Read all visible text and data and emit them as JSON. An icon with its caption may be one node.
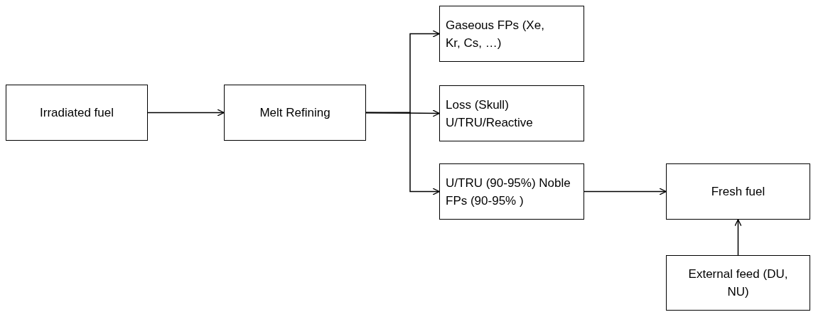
{
  "diagram": {
    "nodes": [
      {
        "text": [
          "Irradiated fuel"
        ]
      },
      {
        "text": [
          "Melt Refining"
        ]
      },
      {
        "text": [
          "Gaseous FPs (Xe, Kr, Cs, …)"
        ]
      },
      {
        "text": [
          "Loss (Skull) U/TRU/Reactive"
        ]
      },
      {
        "text": [
          "U/TRU (90-95%) Noble FPs (90-95% )"
        ]
      },
      {
        "text": [
          "Fresh fuel"
        ]
      },
      {
        "text": [
          "External feed (DU, NU)"
        ]
      }
    ],
    "edges": [
      {
        "from": 0,
        "to": 1,
        "arrow": "to"
      },
      {
        "from": 1,
        "to": 2,
        "arrow": "to"
      },
      {
        "from": 1,
        "to": 3,
        "arrow": "to"
      },
      {
        "from": 1,
        "to": 4,
        "arrow": "to"
      },
      {
        "from": 4,
        "to": 5,
        "arrow": "to"
      },
      {
        "from": 6,
        "to": 5,
        "arrow": "to"
      }
    ]
  }
}
